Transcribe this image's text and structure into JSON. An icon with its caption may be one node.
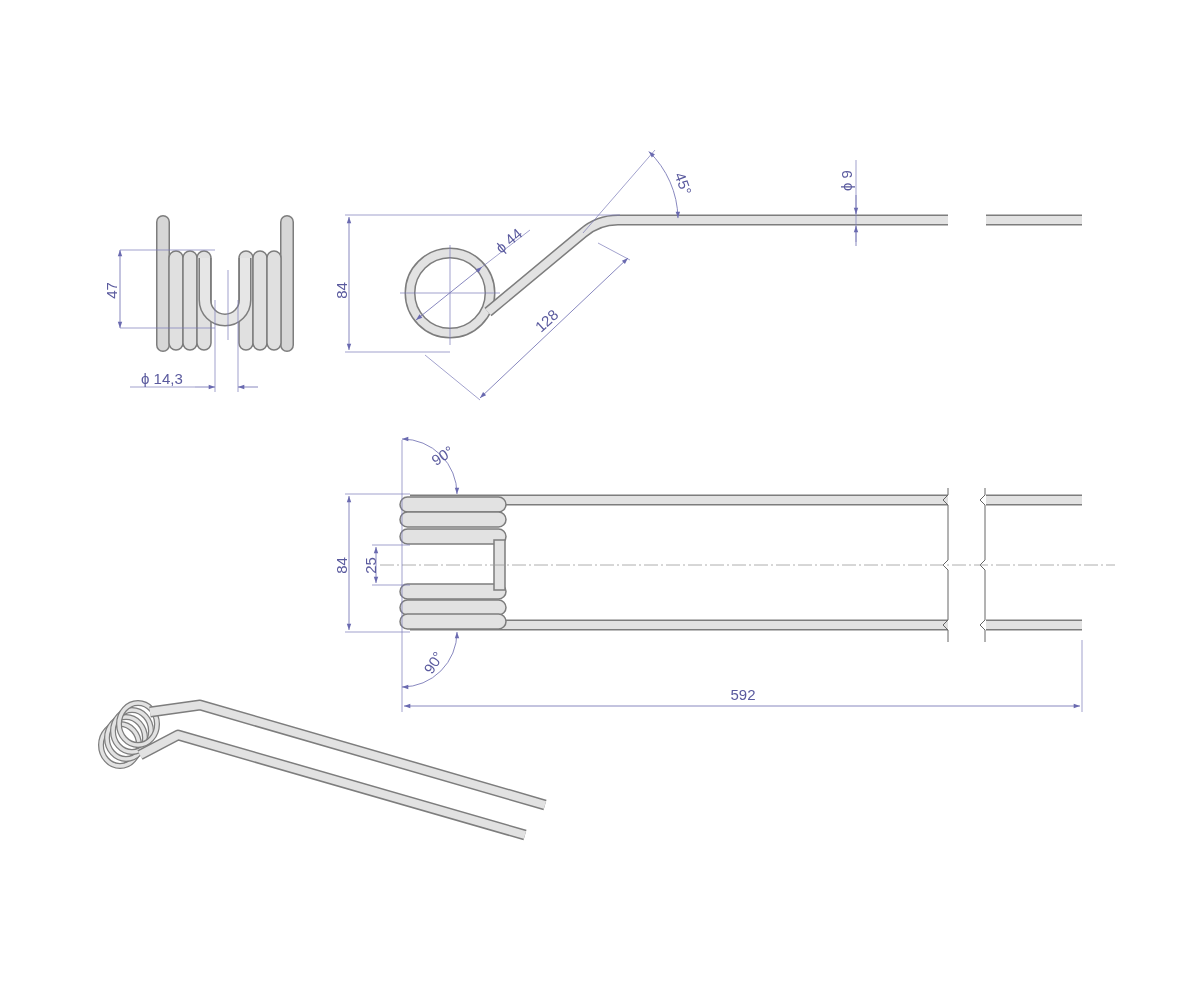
{
  "diagram": {
    "labels": [
      "45°",
      "ϕ 9",
      "47",
      "84",
      "ϕ 44",
      "128",
      "ϕ 14,3",
      "90°",
      "84",
      "25",
      "90°",
      "592"
    ]
  }
}
